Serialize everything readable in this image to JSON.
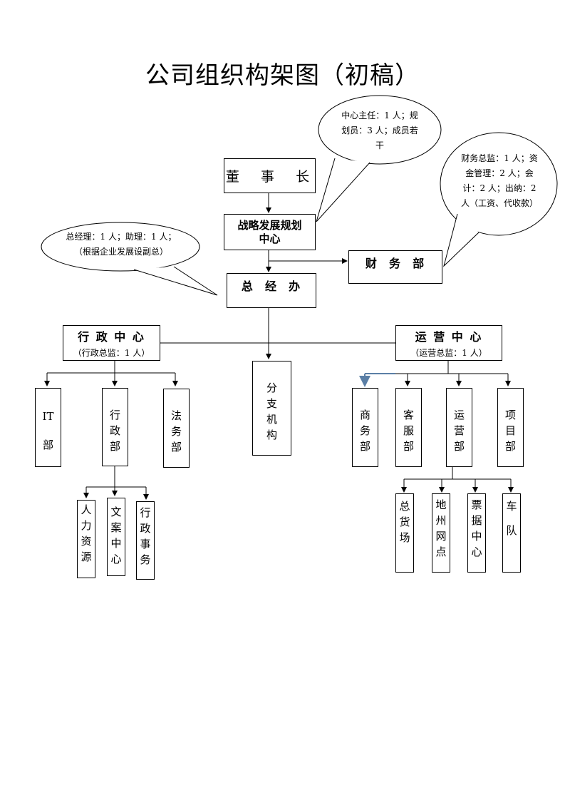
{
  "title": "公司组织构架图（初稿）",
  "top_boxes": {
    "chairman": "董  事  长",
    "strategy": "战略发展规划中心",
    "finance": "财  务  部",
    "gm_office": "总  经  办"
  },
  "centers": {
    "admin": {
      "name": "行 政 中 心",
      "note": "（行政总监：1 人）"
    },
    "ops": {
      "name": "运 营 中 心",
      "note": "（运营总监：1 人）"
    },
    "branch": "分支机构"
  },
  "admin_depts": [
    "IT部",
    "行政部",
    "法务部"
  ],
  "admin_sub": [
    "人力资源",
    "文案中心",
    "行政事务"
  ],
  "ops_depts": [
    "商务部",
    "客服部",
    "运营部",
    "项目部"
  ],
  "ops_sub": [
    "总货场",
    "地州网点",
    "票据中心",
    "车队"
  ],
  "callouts": {
    "strategy": "中心主任：1 人；规划员：3 人；成员若干",
    "finance": "财务总监：1 人；资金管理：2 人；会计：2 人；出纳：2 人（工资、代收款）",
    "gm": "总经理：1 人；助理：1 人；（根据企业发展设副总）"
  }
}
